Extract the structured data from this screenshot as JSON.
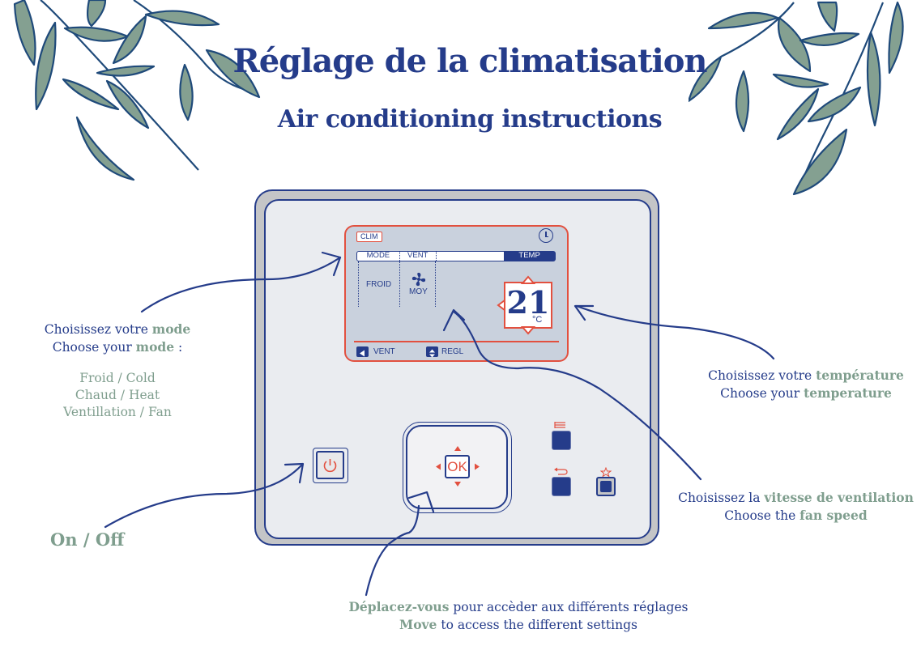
{
  "header": {
    "title": "Réglage de la climatisation",
    "subtitle": "Air conditioning instructions"
  },
  "colors": {
    "navy": "#253c8a",
    "sage": "#7f9e8e",
    "accent_red": "#e2503f",
    "panel_grey": "#c4c5c7",
    "panel_light": "#eaecf0",
    "screen_bg": "#c9d1dd"
  },
  "device": {
    "screen": {
      "mode_tag": "CLIM",
      "clock_icon": "clock-icon",
      "tabs": [
        {
          "label": "MODE",
          "active": false
        },
        {
          "label": "VENT",
          "active": false
        },
        {
          "label": "",
          "active": false
        },
        {
          "label": "TEMP",
          "active": true
        }
      ],
      "mode_value": "FROID",
      "fan_icon": "fan-icon",
      "fan_value": "MOY",
      "temperature": "21",
      "temperature_unit": "°C",
      "soft_keys": [
        {
          "icon": "left-triangle-icon",
          "label": "VENT"
        },
        {
          "icon": "up-down-icon",
          "label": "REGL"
        }
      ]
    },
    "buttons": {
      "power_icon": "power-icon",
      "ok_label": "OK",
      "menu_icon": "menu-lines-icon",
      "back_icon": "back-arrow-icon",
      "favorite_icon": "star-icon"
    }
  },
  "captions": {
    "mode": {
      "line1_prefix": "Choisissez votre ",
      "line1_highlight": "mode",
      "line2_prefix": "Choose your ",
      "line2_highlight": "mode",
      "line2_suffix": " :",
      "options": [
        "Froid / Cold",
        "Chaud / Heat",
        "Ventillation / Fan"
      ]
    },
    "temperature": {
      "line1_prefix": "Choisissez votre ",
      "line1_highlight": "température",
      "line2_prefix": "Choose your ",
      "line2_highlight": "temperature"
    },
    "fan": {
      "line1_prefix": "Choisissez la ",
      "line1_highlight": "vitesse de ventilation",
      "line2_prefix": "Choose the ",
      "line2_highlight": "fan speed"
    },
    "navigate": {
      "line1_highlight": "Déplacez-vous",
      "line1_suffix": " pour accèder aux différents réglages",
      "line2_highlight": "Move",
      "line2_suffix": " to access the different settings"
    },
    "power": "On / Off"
  }
}
